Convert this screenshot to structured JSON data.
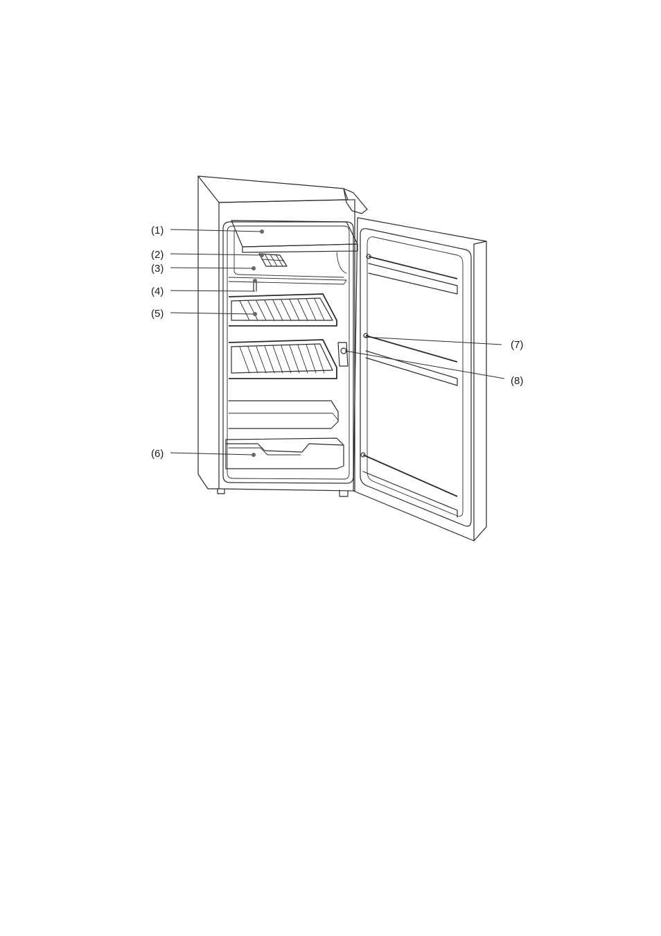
{
  "diagram": {
    "callouts": [
      {
        "id": "1",
        "label": "(1)"
      },
      {
        "id": "2",
        "label": "(2)"
      },
      {
        "id": "3",
        "label": "(3)"
      },
      {
        "id": "4",
        "label": "(4)"
      },
      {
        "id": "5",
        "label": "(5)"
      },
      {
        "id": "6",
        "label": "(6)"
      },
      {
        "id": "7",
        "label": "(7)"
      },
      {
        "id": "8",
        "label": "(8)"
      }
    ]
  }
}
